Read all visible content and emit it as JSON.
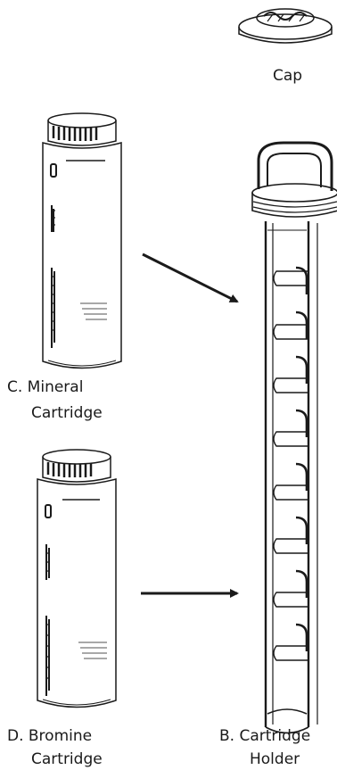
{
  "labels": {
    "cap": "Cap",
    "mineral_letter_line": "C.  Mineral",
    "mineral_second_line": "Cartridge",
    "bromine_letter_line": "D.  Bromine",
    "bromine_second_line": "Cartridge",
    "holder_letter_line": "B.  Cartridge",
    "holder_second_line": "Holder"
  },
  "colors": {
    "ink": "#1a1a1a",
    "background": "#ffffff"
  }
}
